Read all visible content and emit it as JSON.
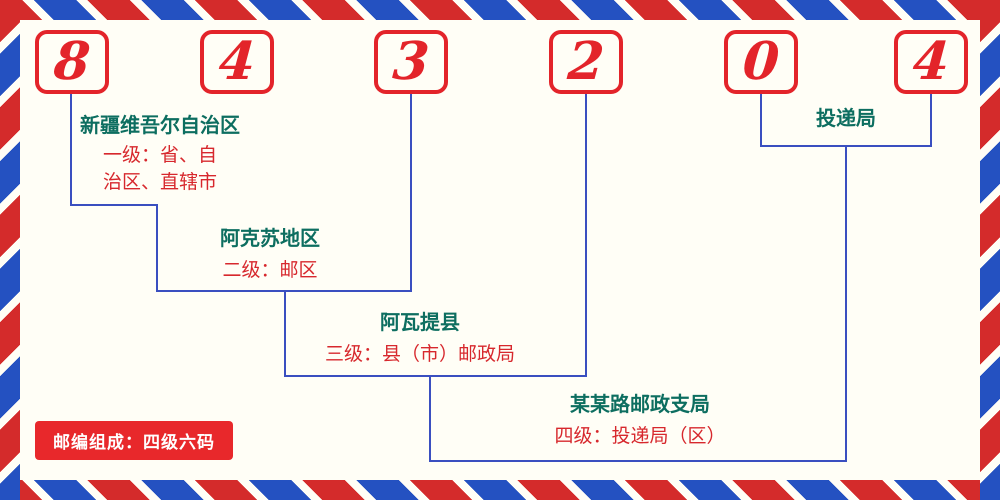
{
  "postal_code": {
    "value": "843204",
    "digits": [
      "8",
      "4",
      "3",
      "2",
      "0",
      "4"
    ]
  },
  "levels": {
    "level1": {
      "place": "新疆维吾尔自治区",
      "desc_line1": "一级：省、自",
      "desc_line2": "治区、直辖市"
    },
    "level2": {
      "place": "阿克苏地区",
      "desc": "二级：邮区"
    },
    "level3": {
      "place": "阿瓦提县",
      "desc": "三级：县（市）邮政局"
    },
    "level4": {
      "place": "某某路邮政支局",
      "desc": "四级：投递局（区）"
    },
    "delivery": {
      "place": "投递局"
    }
  },
  "footer": {
    "composition_badge": "邮编组成：四级六码"
  },
  "colors": {
    "digit_red": "#e3242a",
    "place_teal": "#0d6e60",
    "desc_red": "#d7282d",
    "line_blue": "#3a4fc0",
    "badge_bg": "#e8282b",
    "border_red": "#d42b2b",
    "border_blue": "#2451c1",
    "background": "#fffef6"
  }
}
